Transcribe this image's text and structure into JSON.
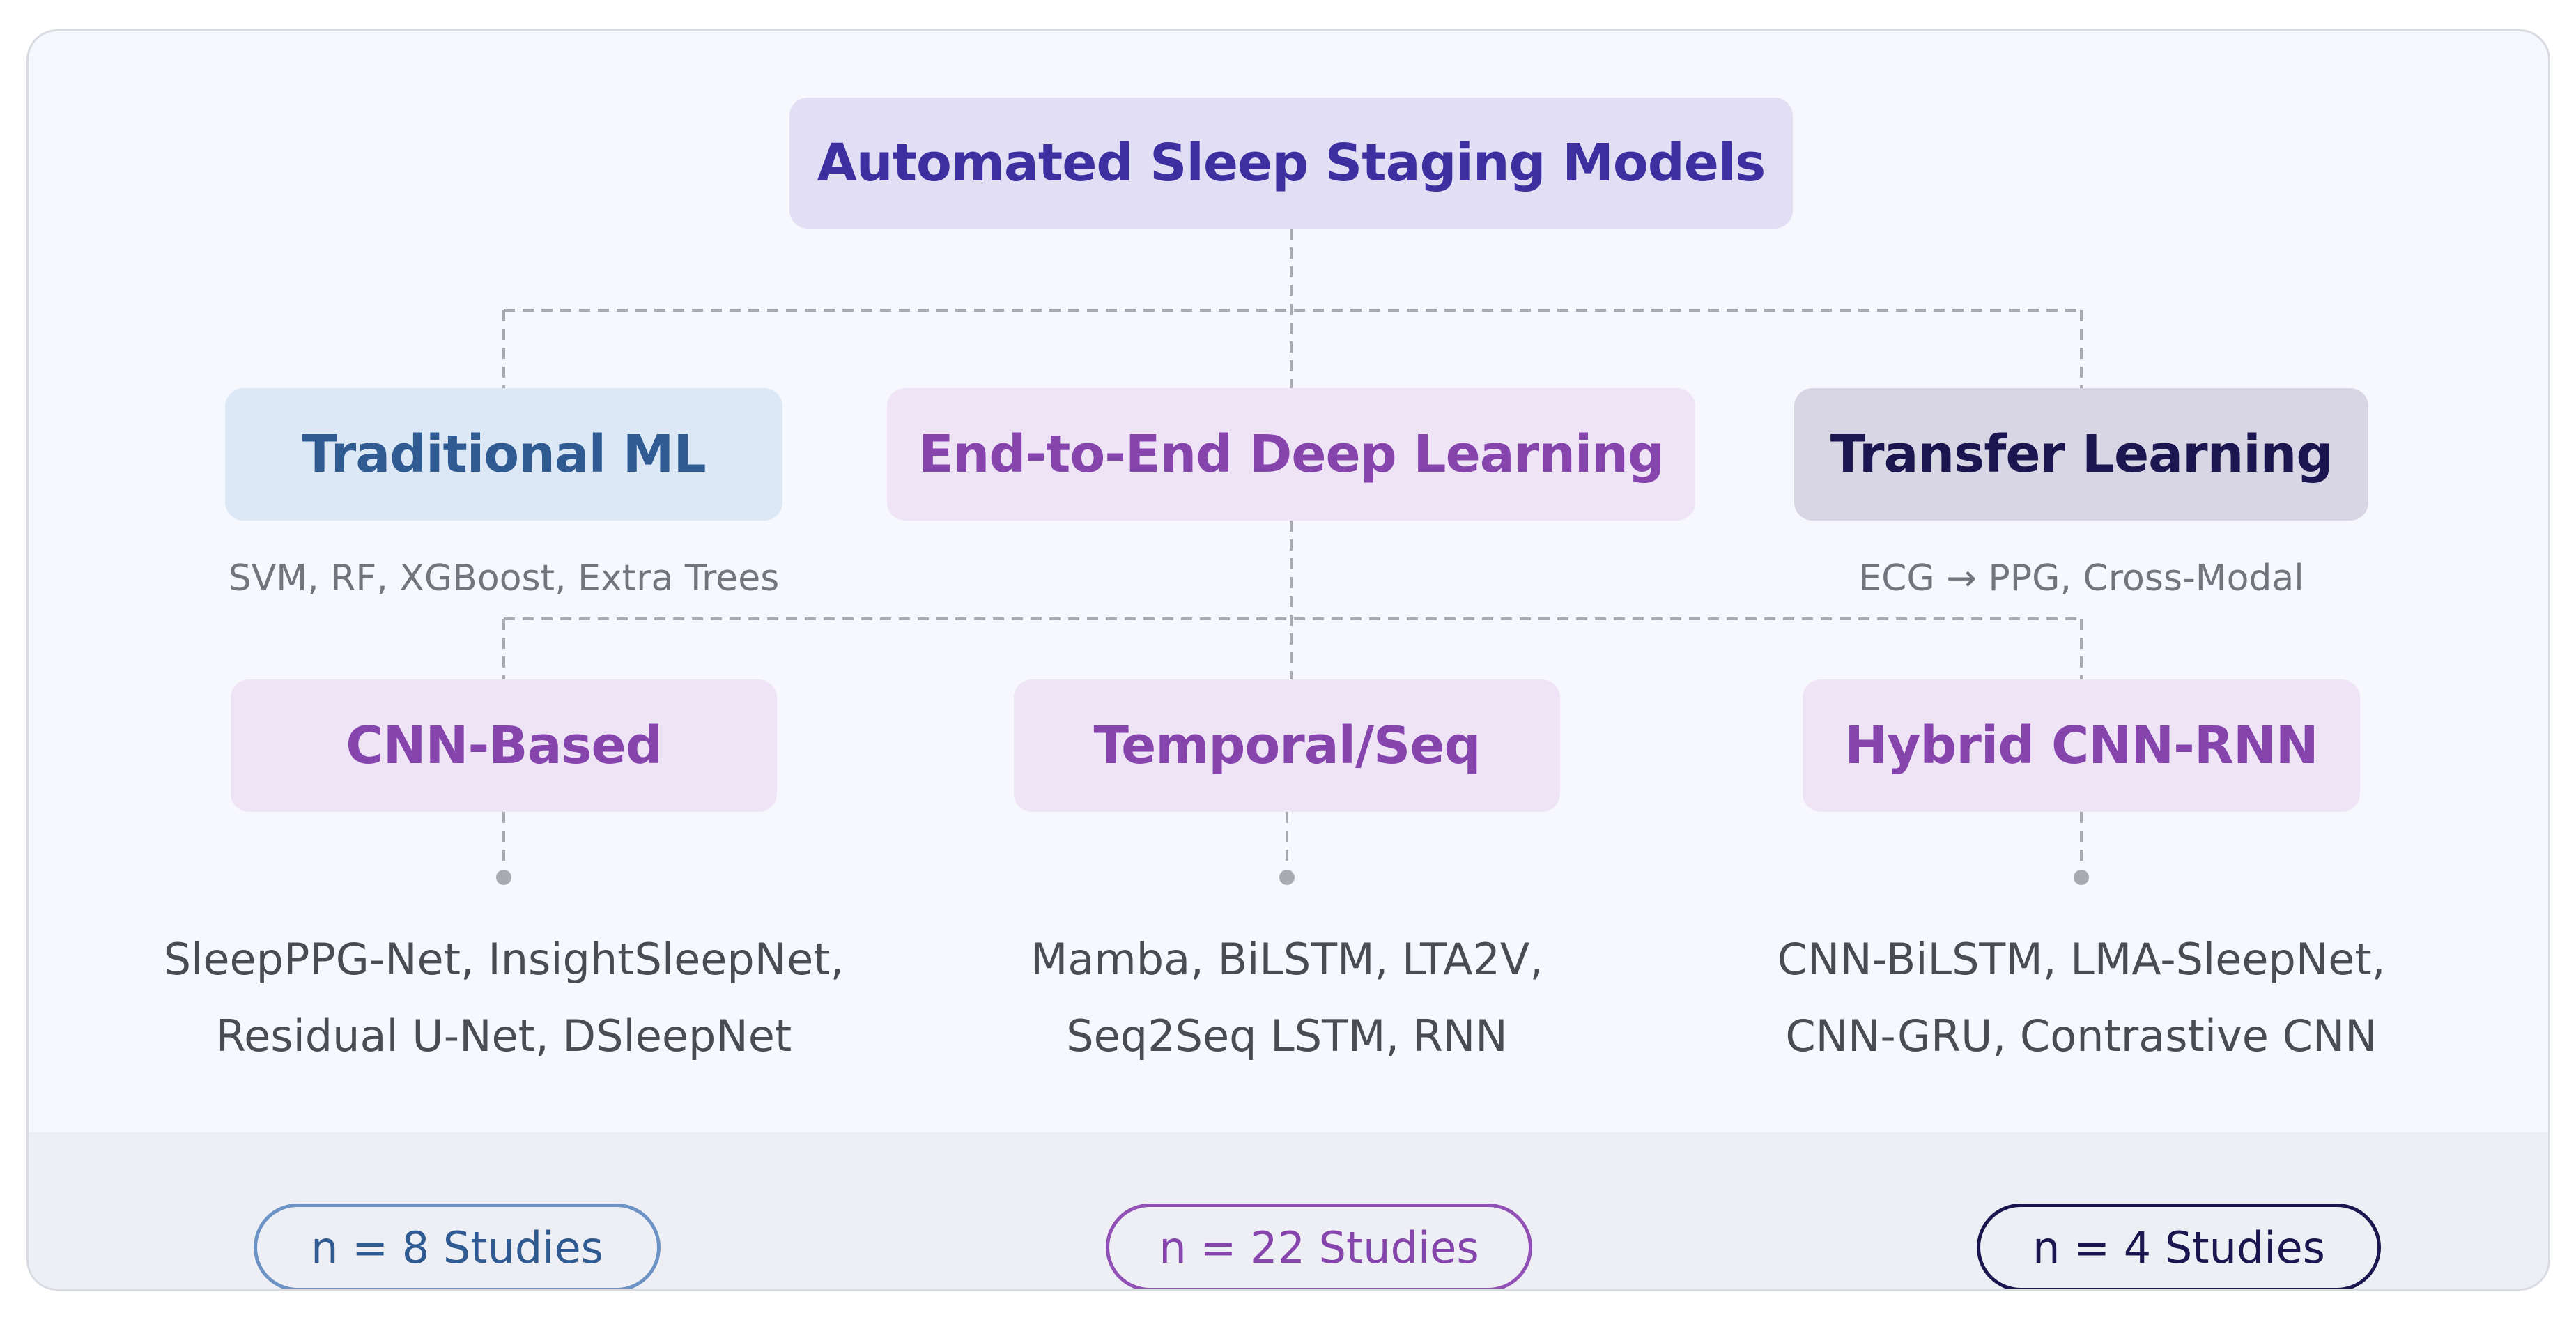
{
  "diagram": {
    "root": {
      "label": "Automated Sleep Staging Models"
    },
    "categories": [
      {
        "label": "Traditional ML",
        "subtitle": "SVM, RF, XGBoost, Extra Trees"
      },
      {
        "label": "End-to-End Deep Learning"
      },
      {
        "label": "Transfer Learning",
        "subtitle": "ECG → PPG, Cross-Modal"
      }
    ],
    "subcategories": [
      {
        "label": "CNN-Based",
        "models_line1": "SleepPPG-Net, InsightSleepNet,",
        "models_line2": "Residual U-Net, DSleepNet"
      },
      {
        "label": "Temporal/Seq",
        "models_line1": "Mamba, BiLSTM, LTA2V,",
        "models_line2": "Seq2Seq LSTM, RNN"
      },
      {
        "label": "Hybrid CNN-RNN",
        "models_line1": "CNN-BiLSTM, LMA-SleepNet,",
        "models_line2": "CNN-GRU, Contrastive CNN"
      }
    ],
    "study_counts": [
      {
        "label": "n = 8 Studies",
        "color": "#2f5b92"
      },
      {
        "label": "n = 22 Studies",
        "color": "#8644ad"
      },
      {
        "label": "n = 4 Studies",
        "color": "#1c1650"
      }
    ]
  },
  "colors": {
    "background": "#f7f8fd",
    "footer": "#eeeff4",
    "connector": "#a9aab2",
    "traditional": "#2f5b92",
    "deep_learning": "#8644ad",
    "transfer": "#1c1650"
  }
}
